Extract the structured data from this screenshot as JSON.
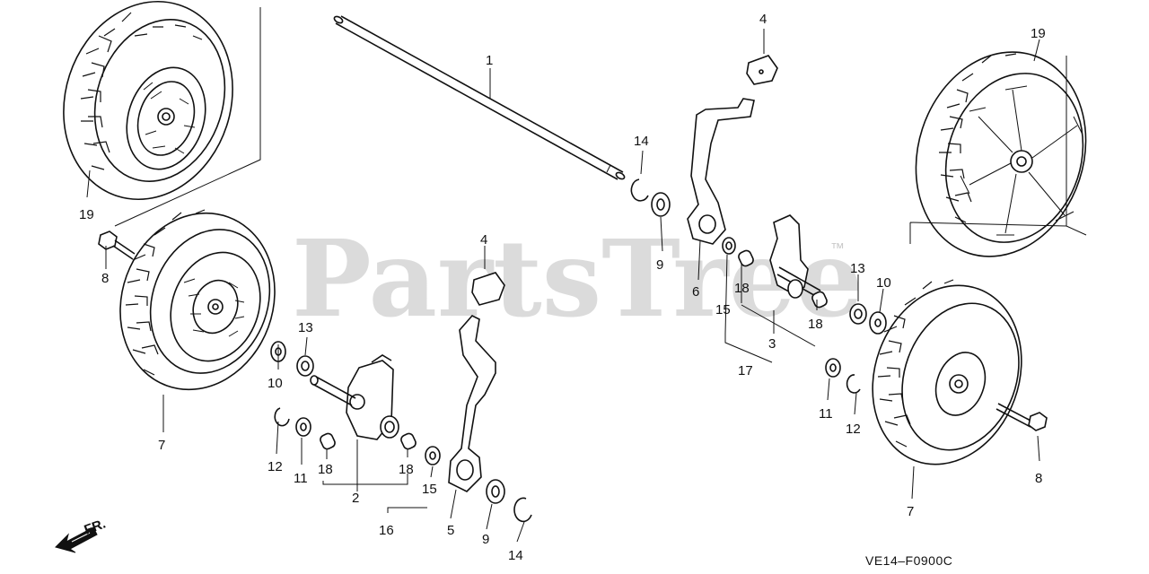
{
  "watermark": {
    "text": "PartsTree",
    "trademark": "™"
  },
  "diagram_code": "VE14–F0900C",
  "direction_label": "FR.",
  "callouts": {
    "c1": "1",
    "c2": "2",
    "c3": "3",
    "c4a": "4",
    "c4b": "4",
    "c5": "5",
    "c6": "6",
    "c7a": "7",
    "c7b": "7",
    "c8a": "8",
    "c8b": "8",
    "c9a": "9",
    "c9b": "9",
    "c10a": "10",
    "c10b": "10",
    "c11a": "11",
    "c11b": "11",
    "c12a": "12",
    "c12b": "12",
    "c13a": "13",
    "c13b": "13",
    "c14a": "14",
    "c14b": "14",
    "c15a": "15",
    "c15b": "15",
    "c16": "16",
    "c17": "17",
    "c18a": "18",
    "c18b": "18",
    "c18c": "18",
    "c18d": "18",
    "c19a": "19",
    "c19b": "19"
  }
}
